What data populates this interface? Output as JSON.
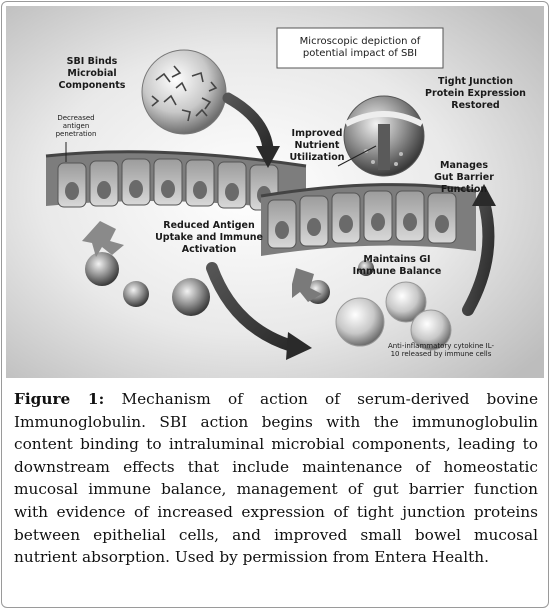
{
  "figure": {
    "box_title": "Microscopic depiction of potential impact of SBI",
    "labels": {
      "sbi_binds": "SBI Binds Microbial Components",
      "decreased_antigen": "Decreased antigen penetration",
      "tight_junction": "Tight Junction Protein Expression Restored",
      "improved_nutrient": "Improved Nutrient Utilization",
      "manages_barrier": "Manages Gut Barrier Function",
      "reduced_antigen": "Reduced Antigen Uptake and Immune Activation",
      "maintains_gi": "Maintains GI Immune Balance",
      "anti_inflammatory": "Anti-inflammatory cytokine IL-10 released by immune cells"
    }
  },
  "caption": {
    "label": "Figure 1:",
    "text": "Mechanism of action of serum-derived bovine Immunoglobulin. SBI action begins with the immunoglobulin content binding to intraluminal microbial components, leading to downstream effects that include maintenance of homeostatic mucosal immune balance, management of gut barrier function with evidence of increased expression of tight junction proteins between epithelial cells, and improved small bowel mucosal nutrient absorption. Used by permission from Entera Health."
  }
}
